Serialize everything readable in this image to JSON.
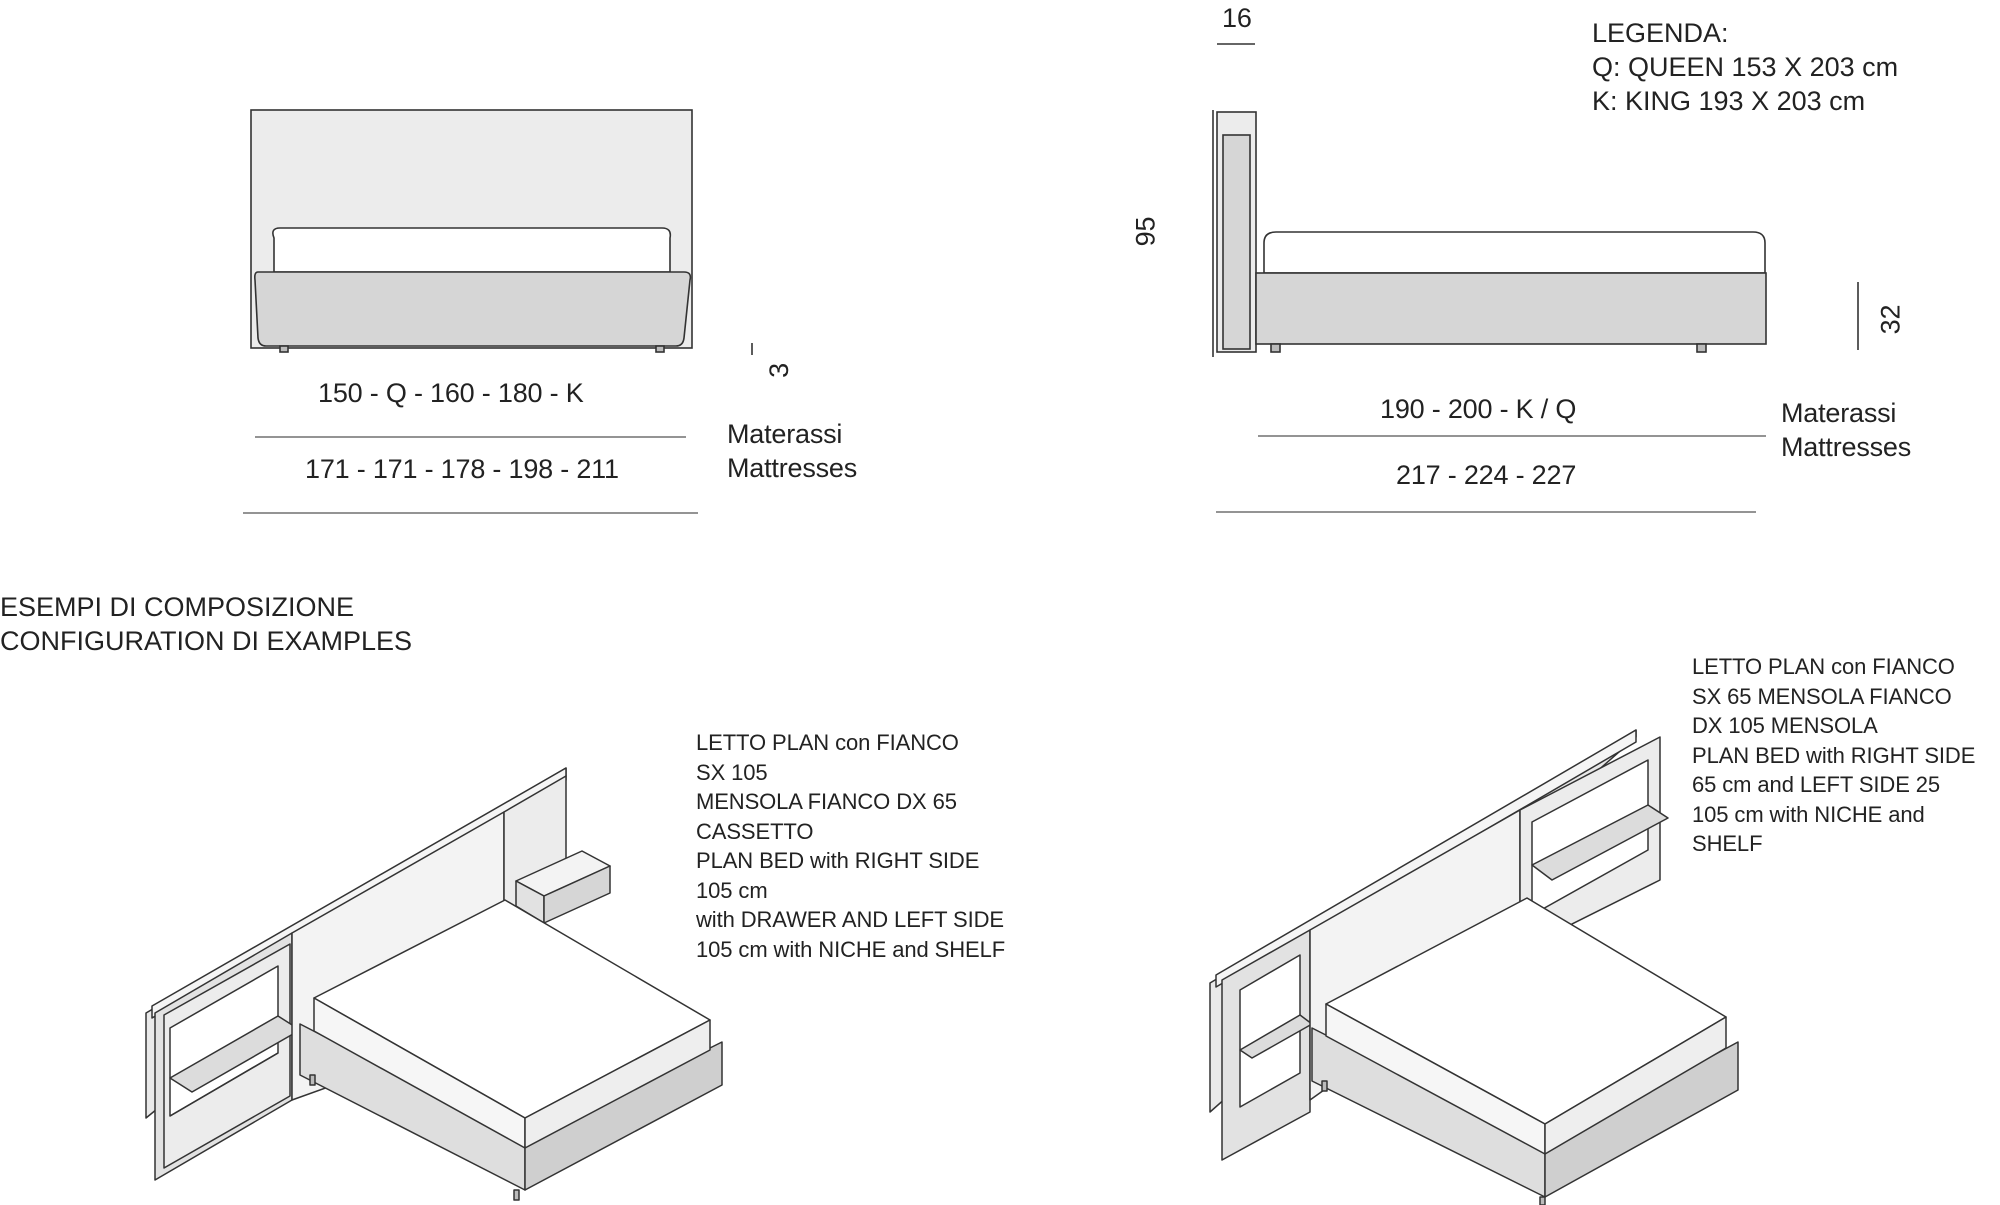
{
  "front_view": {
    "mattress_widths": "150 - Q - 160 - 180 - K",
    "overall_widths": "171 - 171 - 178 - 198 - 211",
    "foot_height": "3",
    "label_it": "Materassi",
    "label_en": "Mattresses"
  },
  "side_view": {
    "headboard_thickness": "16",
    "headboard_height": "95",
    "frame_height": "32",
    "mattress_lengths": "190 - 200 - K / Q",
    "overall_lengths": "217 - 224 - 227",
    "label_it": "Materassi",
    "label_en": "Mattresses"
  },
  "legend": {
    "title": "LEGENDA:",
    "queen": "Q: QUEEN 153 X 203 cm",
    "king": "K: KING 193 X 203 cm"
  },
  "section_title": {
    "line1": "ESEMPI DI COMPOSIZIONE",
    "line2": "CONFIGURATION DI EXAMPLES"
  },
  "example_left": {
    "lines": [
      "LETTO PLAN con FIANCO",
      "SX 105",
      "MENSOLA FIANCO DX 65",
      "CASSETTO",
      "PLAN BED with RIGHT SIDE",
      "105 cm",
      "with DRAWER AND LEFT SIDE",
      "105 cm with NICHE and SHELF"
    ]
  },
  "example_right": {
    "lines": [
      "LETTO PLAN con FIANCO",
      "SX 65 MENSOLA FIANCO",
      "DX 105 MENSOLA",
      "PLAN BED with RIGHT SIDE",
      "65 cm and LEFT SIDE 25",
      "105 cm with NICHE and",
      "SHELF"
    ]
  }
}
